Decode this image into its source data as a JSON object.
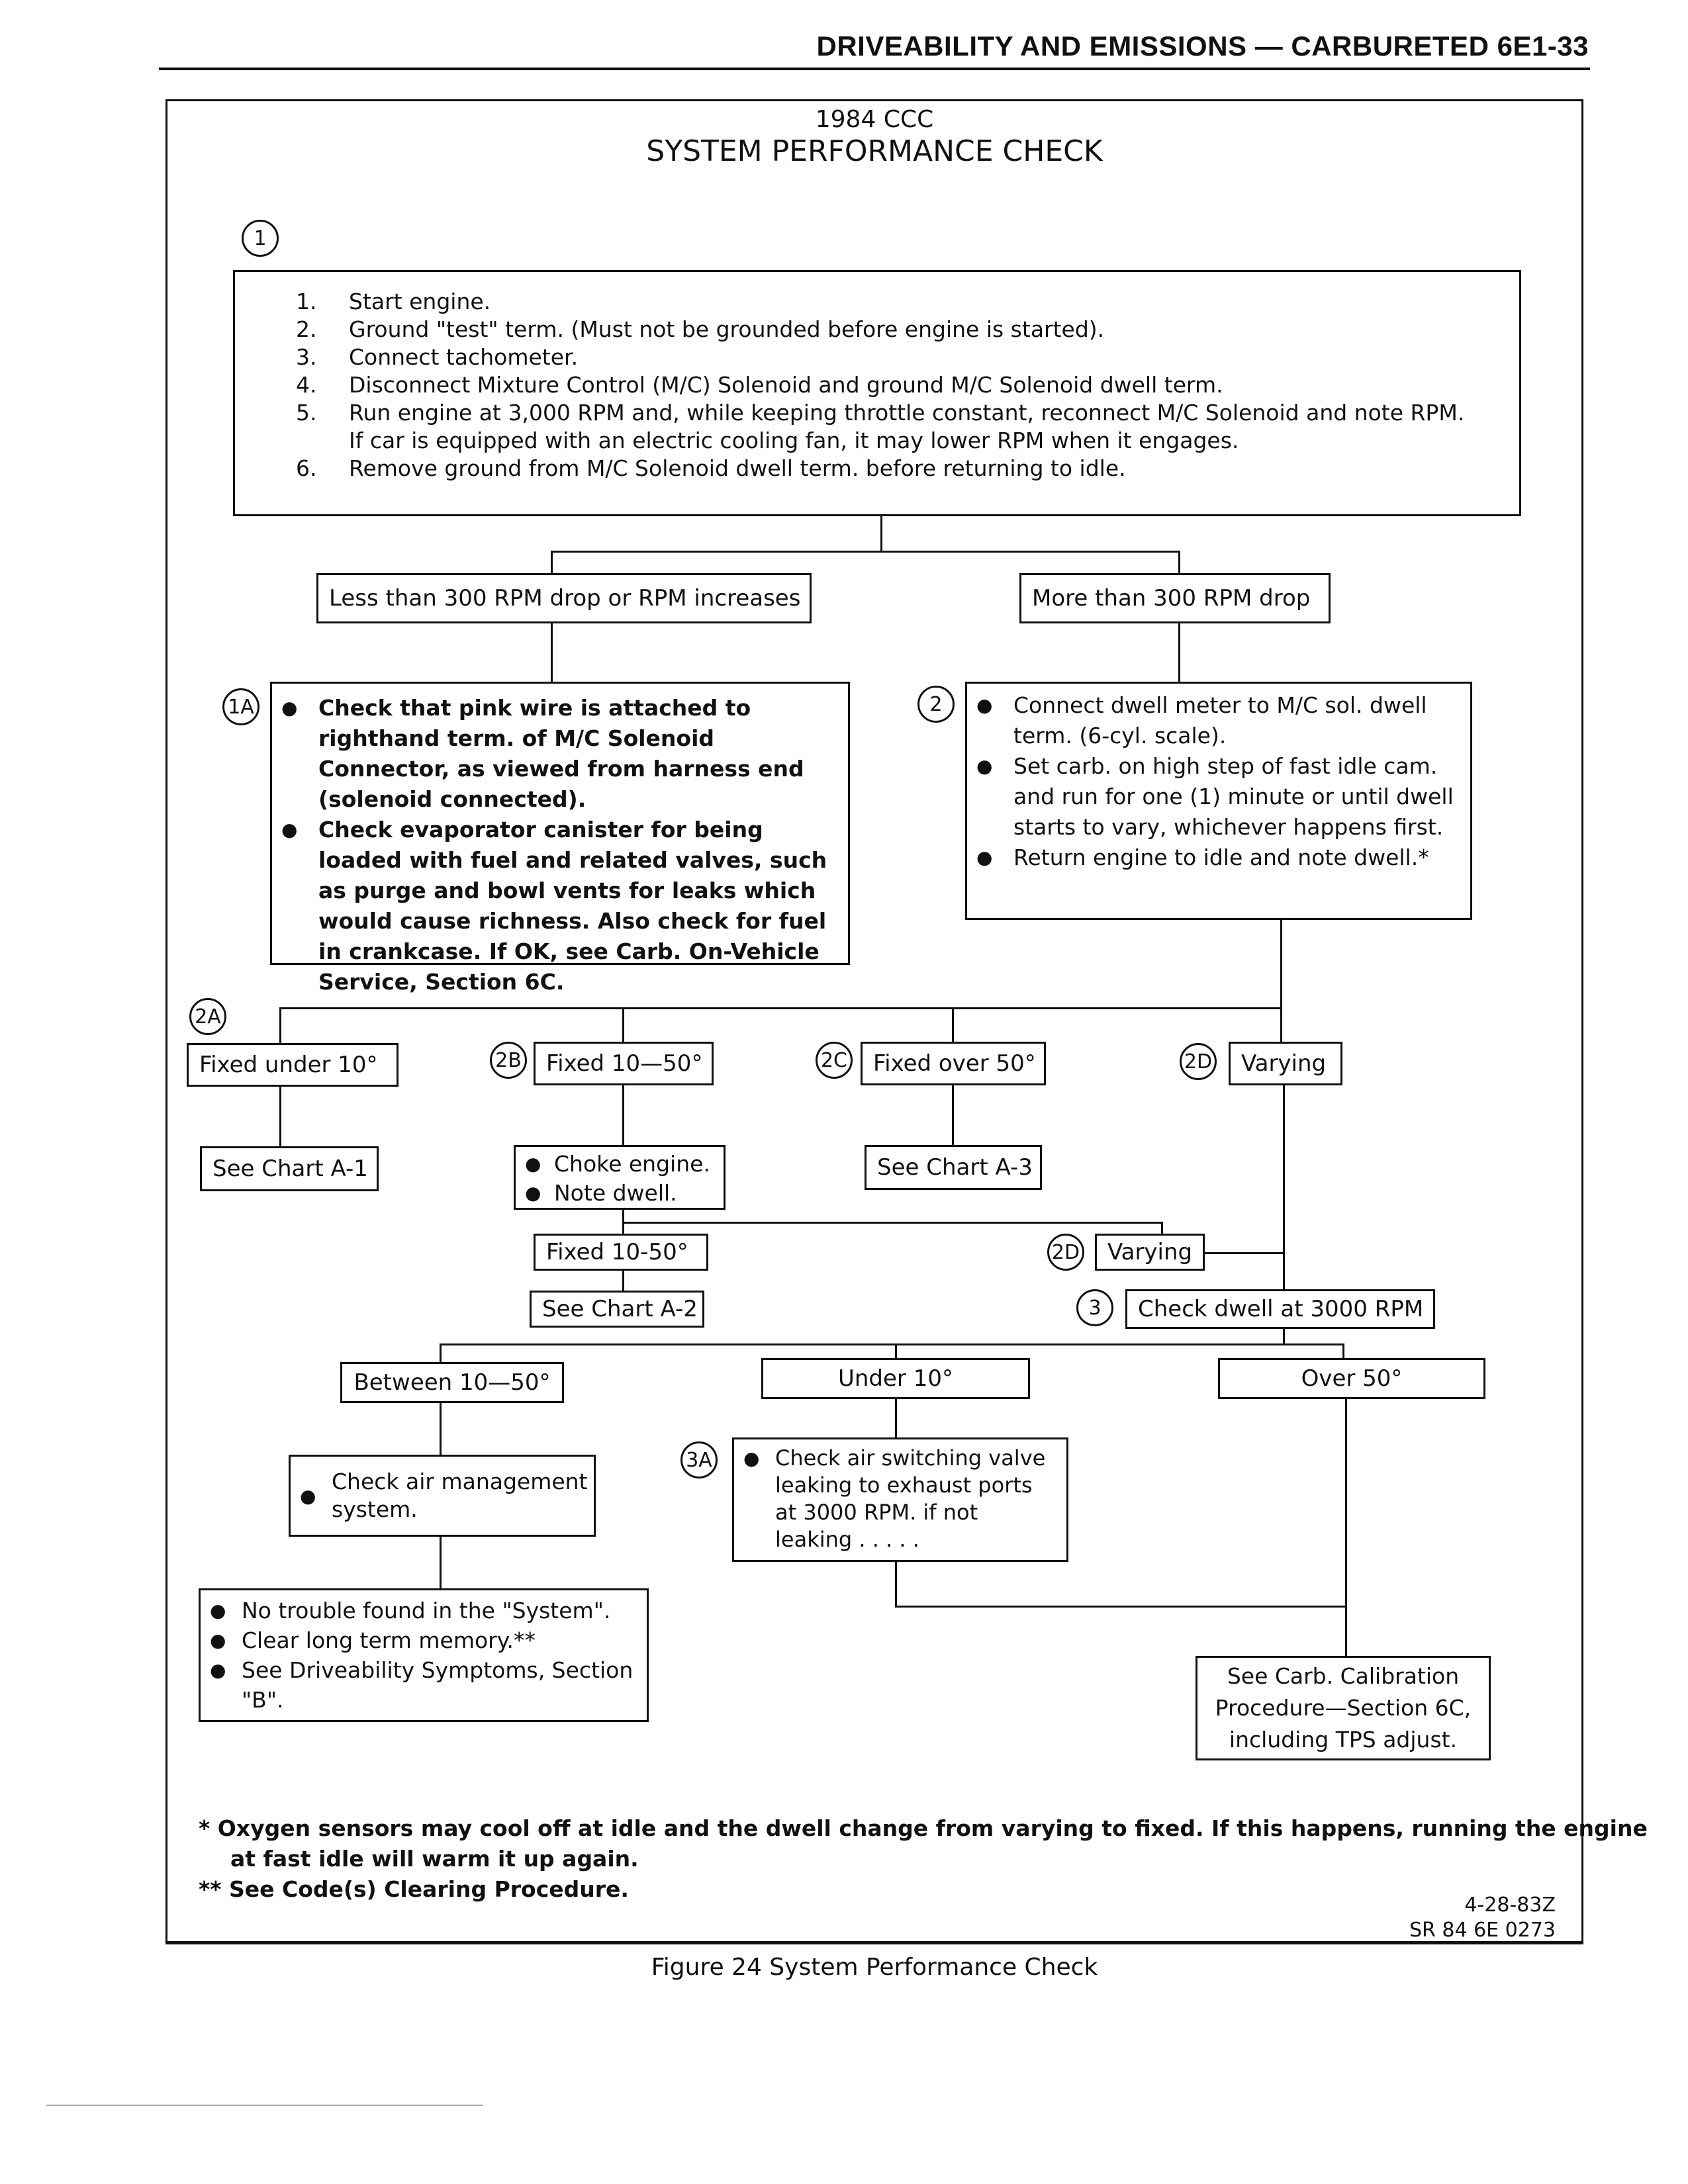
{
  "header": "DRIVEABILITY AND EMISSIONS — CARBURETED 6E1-33",
  "title_small": "1984 CCC",
  "title_large": "SYSTEM PERFORMANCE CHECK",
  "markers": {
    "m1": "1",
    "m1a": "1A",
    "m2": "2",
    "m2a": "2A",
    "m2b": "2B",
    "m2c": "2C",
    "m2d": "2D",
    "m2d_b": "2D",
    "m3": "3",
    "m3a": "3A"
  },
  "steps": [
    {
      "num": "1.",
      "text": "Start engine."
    },
    {
      "num": "2.",
      "text": "Ground \"test\" term. (Must not be grounded before engine is started)."
    },
    {
      "num": "3.",
      "text": "Connect tachometer."
    },
    {
      "num": "4.",
      "text": "Disconnect Mixture Control (M/C) Solenoid and ground M/C Solenoid dwell term."
    },
    {
      "num": "5.",
      "text": "Run engine at 3,000 RPM and, while keeping throttle constant, reconnect M/C Solenoid and note RPM."
    },
    {
      "num": "",
      "text": "If car is equipped with an electric cooling fan, it may lower RPM when it engages."
    },
    {
      "num": "6.",
      "text": "Remove ground from M/C Solenoid dwell term. before returning to idle."
    }
  ],
  "branch_less": "Less than 300 RPM drop or RPM increases",
  "branch_more": "More than 300 RPM drop",
  "box_1a": [
    "Check that pink wire is attached to righthand term. of M/C Solenoid Connector, as viewed from harness end (solenoid connected).",
    "Check evaporator canister for being loaded with fuel and related valves, such as purge and bowl vents for leaks which would cause richness. Also check for fuel in crankcase. If OK, see Carb. On-Vehicle Service, Section 6C."
  ],
  "box_2": [
    "Connect dwell meter to M/C sol. dwell term. (6-cyl. scale).",
    "Set carb. on high step of fast idle cam. and run for one (1) minute or until dwell starts to vary, whichever happens first.",
    "Return engine to idle and note dwell.*"
  ],
  "fixed_under_10": "Fixed under 10°",
  "fixed_10_50": "Fixed 10—50°",
  "fixed_over_50": "Fixed over 50°",
  "varying": "Varying",
  "see_chart_a1": "See Chart A-1",
  "see_chart_a3": "See Chart A-3",
  "choke": [
    "Choke engine.",
    "Note dwell."
  ],
  "fixed_10_50_b": "Fixed 10-50°",
  "varying_b": "Varying",
  "see_chart_a2": "See Chart A-2",
  "check_dwell": "Check dwell at 3000 RPM",
  "between": "Between 10—50°",
  "under_10": "Under 10°",
  "over_50": "Over 50°",
  "check_air": "Check air management system.",
  "box_3a": "Check air switching valve leaking to exhaust ports at 3000 RPM. if not leaking . . . . .",
  "no_trouble": [
    "No trouble found in the \"System\".",
    "Clear long term memory.**",
    "See Driveability Symptoms, Section \"B\"."
  ],
  "carb_cal": "See Carb. Calibration Procedure—Section 6C, including TPS adjust.",
  "note1_line1": "* Oxygen sensors may cool off at idle and the dwell change from varying to fixed. If this happens, running the engine",
  "note1_line2": "at fast idle will warm it up again.",
  "note2": "** See Code(s) Clearing Procedure.",
  "ref_date": "4-28-83Z",
  "ref_code": "SR 84 6E 0273",
  "caption": "Figure 24 System Performance Check"
}
